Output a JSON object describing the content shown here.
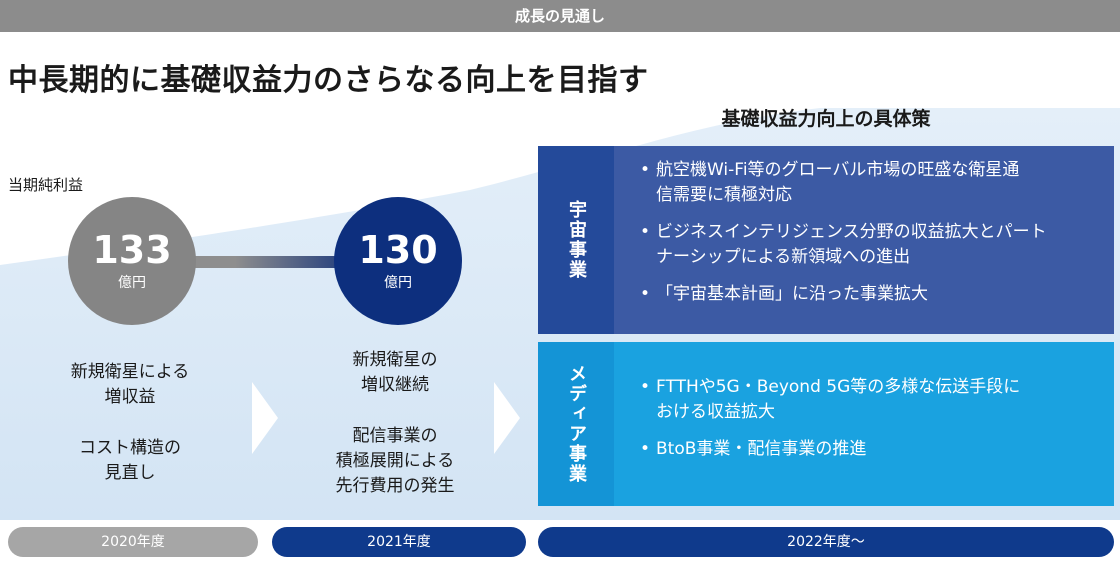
{
  "topbar": {
    "title": "成長の見通し"
  },
  "headline": "中長期的に基礎収益力のさらなる向上を目指す",
  "measures_title": "基礎収益力向上の具体策",
  "metric_label": "当期純利益",
  "circles": [
    {
      "value": "133",
      "unit": "億円"
    },
    {
      "value": "130",
      "unit": "億円"
    }
  ],
  "columns": [
    {
      "line1": "新規衛星による",
      "line2": "増収益",
      "line3": "コスト構造の",
      "line4": "見直し"
    },
    {
      "line1": "新規衛星の",
      "line2": "増収継続",
      "line3": "配信事業の",
      "line4": "積極展開による",
      "line5": "先行費用の発生"
    }
  ],
  "panels": {
    "space": {
      "label": "宇宙事業",
      "bullets": [
        {
          "l1": "航空機Wi-Fi等のグローバル市場の旺盛な衛星通",
          "l2": "信需要に積極対応"
        },
        {
          "l1": "ビジネスインテリジェンス分野の収益拡大とパート",
          "l2": "ナーシップによる新領域への進出"
        },
        {
          "l1": "「宇宙基本計画」に沿った事業拡大"
        }
      ]
    },
    "media": {
      "label": "メディア事業",
      "bullets": [
        {
          "l1": "FTTHや5G・Beyond 5G等の多様な伝送手段に",
          "l2": "おける収益拡大"
        },
        {
          "l1": "BtoB事業・配信事業の推進"
        }
      ]
    }
  },
  "years": [
    "2020年度",
    "2021年度",
    "2022年度～"
  ],
  "colors": {
    "gray_circle": "#858585",
    "navy": "#0d2f7e",
    "space_panel": "#3c5aa4",
    "media_panel": "#1aa2e0",
    "background_wave": "#dbe9f6"
  }
}
